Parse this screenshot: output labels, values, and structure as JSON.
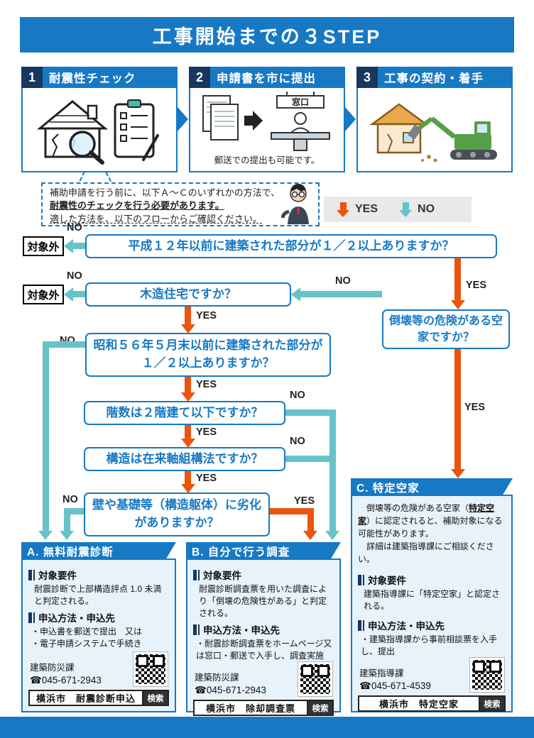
{
  "header": {
    "title": "工事開始までの３STEP"
  },
  "steps": [
    {
      "num": "1",
      "title": "耐震性チェック"
    },
    {
      "num": "2",
      "title": "申請書を市に提出",
      "caption": "郵送での提出も可能です。",
      "sign": "窓口"
    },
    {
      "num": "3",
      "title": "工事の契約・着手"
    }
  ],
  "note": {
    "line1": "補助申請を行う前に、以下Ａ～Ｃのいずれかの方法で、",
    "line2": "耐震性のチェックを行う必要があります。",
    "line3": "適した方法を、以下のフローからご確認ください。"
  },
  "legend": {
    "yes": "YES",
    "no": "NO"
  },
  "flow": {
    "out_of_scope": "対象外",
    "yes": "YES",
    "no": "NO",
    "q1": "平成１２年以前に建築された部分が１／２以上ありますか？",
    "q2": "木造住宅ですか？",
    "q_vacant": "倒壊等の危険がある空家ですか？",
    "q3": "昭和５６年５月末以前に建築された部分が１／２以上ありますか？",
    "q4": "階数は２階建て以下ですか？",
    "q5": "構造は在来軸組構法ですか？",
    "q6": "壁や基礎等（構造躯体）に劣化がありますか？"
  },
  "cards": [
    {
      "title": "A. 無料耐震診断",
      "req_label": "対象要件",
      "req_text": "耐震診断で上部構造評点 1.0 未満と判定される。",
      "apply_label": "申込方法・申込先",
      "apply_line1": "・申込書を郵送で提出　又は",
      "apply_line2": "・電子申請システムで手続き",
      "dept": "建築防災課",
      "tel": "☎045-671-2943",
      "search_text": "横浜市　耐震診断申込",
      "search_button": "検索"
    },
    {
      "title": "B. 自分で行う調査",
      "req_label": "対象要件",
      "req_text": "耐震診断調査票を用いた調査により「倒壊の危険性がある」と判定される。",
      "apply_label": "申込方法・申込先",
      "apply_line1": "・耐震診断調査票をホームページ又は窓口・郵送で入手し、調査実施",
      "dept": "建築防災課",
      "tel": "☎045-671-2943",
      "search_text": "横浜市　除却調査票",
      "search_button": "検索"
    },
    {
      "title": "C. 特定空家",
      "intro1": "　倒壊等の危険がある空家（",
      "intro2": "特定空家",
      "intro3": "）に認定されると、補助対象になる可能性があります。",
      "intro4": "　詳細は建築指導課にご相談ください。",
      "req_label": "対象要件",
      "req_text": "建築指導課に「特定空家」と認定される。",
      "apply_label": "申込方法・申込先",
      "apply_line1": "・建築指導課から事前相談票を入手し、提出",
      "dept": "建築指導課",
      "tel": "☎045-671-4539",
      "search_text": "横浜市　特定空家",
      "search_button": "検索"
    }
  ]
}
